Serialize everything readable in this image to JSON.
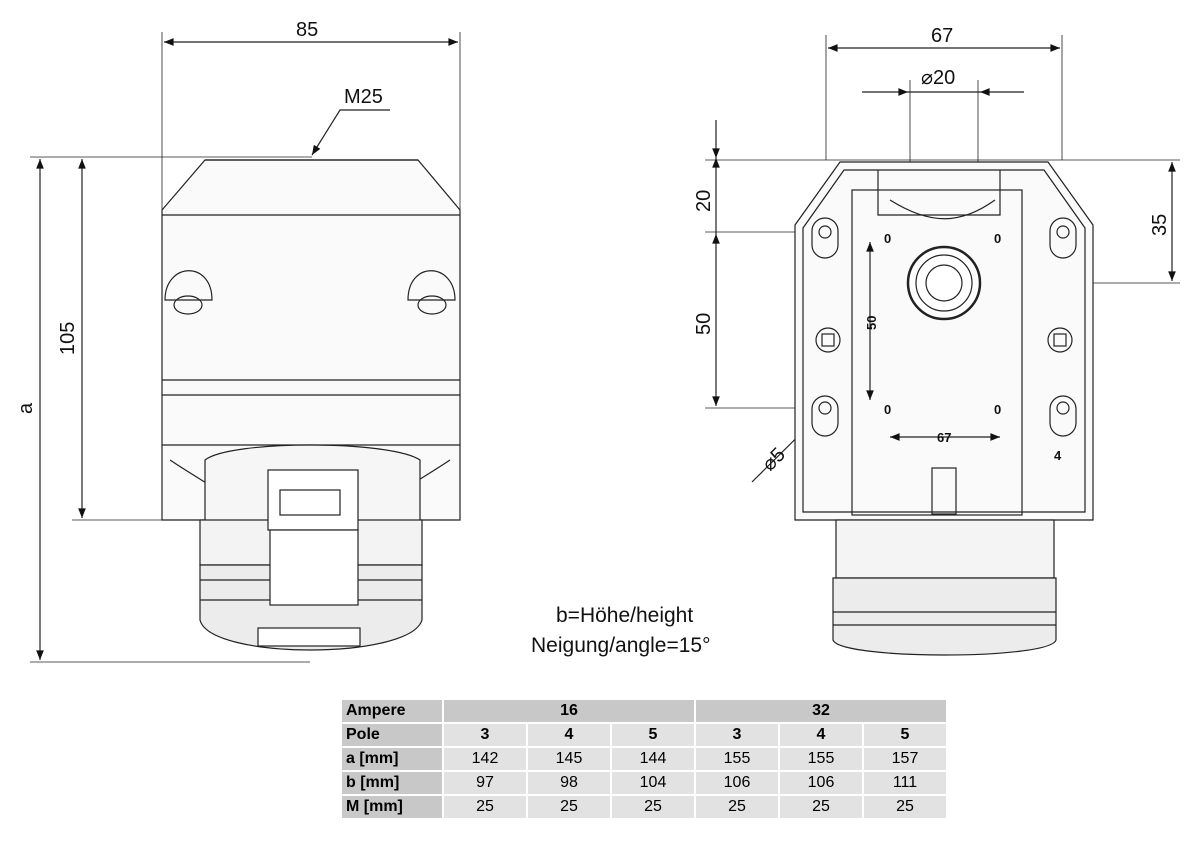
{
  "dimensions": {
    "width_85": "85",
    "thread_m25": "M25",
    "height_105": "105",
    "height_a": "a",
    "width_67": "67",
    "diameter_20": "⌀20",
    "offset_20": "20",
    "offset_35": "35",
    "spacing_50": "50",
    "diameter_5": "⌀5",
    "inner_67": "67",
    "inner_50": "50",
    "marker_0": "0",
    "marker_4": "4"
  },
  "notes": {
    "height_note": "b=Höhe/height",
    "angle_note": "Neigung/angle=15°"
  },
  "table": {
    "ampere_label": "Ampere",
    "amp_16": "16",
    "amp_32": "32",
    "pole_label": "Pole",
    "poles": [
      "3",
      "4",
      "5",
      "3",
      "4",
      "5"
    ],
    "a_label": "a [mm]",
    "a_values": [
      "142",
      "145",
      "144",
      "155",
      "155",
      "157"
    ],
    "b_label": "b [mm]",
    "b_values": [
      "97",
      "98",
      "104",
      "106",
      "106",
      "111"
    ],
    "m_label": "M [mm]",
    "m_values": [
      "25",
      "25",
      "25",
      "25",
      "25",
      "25"
    ]
  },
  "colors": {
    "line": "#222222",
    "table_header": "#c8c8c8",
    "table_cell": "#e2e2e2"
  }
}
